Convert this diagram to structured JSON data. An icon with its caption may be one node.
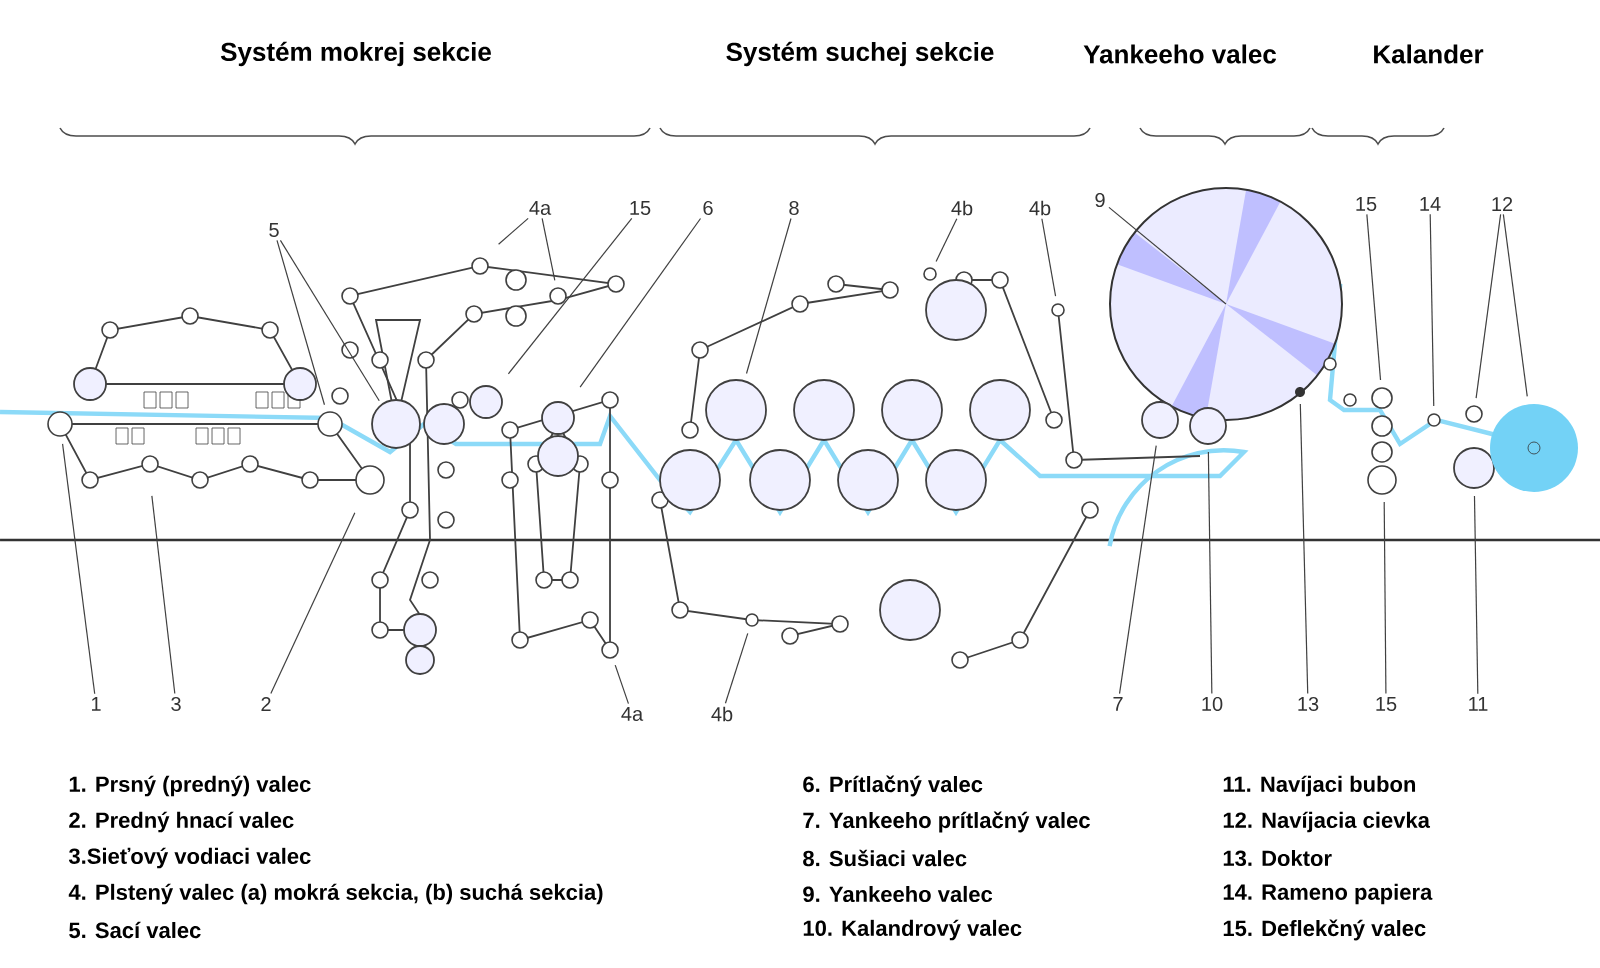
{
  "diagram": {
    "nodes": [
      {
        "text": [
          "5"
        ]
      },
      {
        "text": [
          "4a"
        ]
      },
      {
        "text": [
          "15"
        ]
      },
      {
        "text": [
          "6"
        ]
      },
      {
        "text": [
          "8"
        ]
      },
      {
        "text": [
          "4b"
        ]
      },
      {
        "text": [
          "4b"
        ]
      },
      {
        "text": [
          "9"
        ]
      },
      {
        "text": [
          "15"
        ]
      },
      {
        "text": [
          "14"
        ]
      },
      {
        "text": [
          "12"
        ]
      },
      {
        "text": [
          "1"
        ]
      },
      {
        "text": [
          "3"
        ]
      },
      {
        "text": [
          "2"
        ]
      },
      {
        "text": [
          "4a"
        ]
      },
      {
        "text": [
          "4b"
        ]
      },
      {
        "text": [
          "7"
        ]
      },
      {
        "text": [
          "10"
        ]
      },
      {
        "text": [
          "13"
        ]
      },
      {
        "text": [
          "15"
        ]
      },
      {
        "text": [
          "11"
        ]
      }
    ],
    "edges": [
      {
        "from": 0,
        "to": null,
        "arrow": "none"
      },
      {
        "from": 0,
        "to": null,
        "arrow": "none"
      },
      {
        "from": 1,
        "to": null,
        "arrow": "none"
      },
      {
        "from": 1,
        "to": null,
        "arrow": "none"
      },
      {
        "from": 2,
        "to": null,
        "arrow": "none"
      },
      {
        "from": 3,
        "to": null,
        "arrow": "none"
      },
      {
        "from": 4,
        "to": null,
        "arrow": "none"
      },
      {
        "from": 5,
        "to": null,
        "arrow": "none"
      },
      {
        "from": 6,
        "to": null,
        "arrow": "none"
      },
      {
        "from": 7,
        "to": null,
        "arrow": "none"
      },
      {
        "from": 8,
        "to": null,
        "arrow": "none"
      },
      {
        "from": 9,
        "to": null,
        "arrow": "none"
      },
      {
        "from": 10,
        "to": null,
        "arrow": "none"
      },
      {
        "from": 10,
        "to": null,
        "arrow": "none"
      },
      {
        "from": 11,
        "to": null,
        "arrow": "none"
      },
      {
        "from": 12,
        "to": null,
        "arrow": "none"
      },
      {
        "from": 13,
        "to": null,
        "arrow": "none"
      },
      {
        "from": 14,
        "to": null,
        "arrow": "none"
      },
      {
        "from": 15,
        "to": null,
        "arrow": "none"
      },
      {
        "from": 16,
        "to": null,
        "arrow": "none"
      },
      {
        "from": 17,
        "to": null,
        "arrow": "none"
      },
      {
        "from": 18,
        "to": null,
        "arrow": "none"
      },
      {
        "from": 19,
        "to": null,
        "arrow": "none"
      },
      {
        "from": 20,
        "to": null,
        "arrow": "none"
      }
    ],
    "labels": [
      "Systém mokrej sekcie",
      "Systém suchej sekcie",
      "Yankeeho valec",
      "Kalander",
      "1. Prsný (predný) valec",
      "6. Prítlačný valec",
      "11. Navíjaci bubon",
      "2. Predný hnací valec",
      "7. Yankeeho prítlačný valec",
      "12. Navíjacia cievka",
      "3.Sieťový vodiaci valec",
      "8. Sušiaci valec",
      "13. Doktor",
      "4. Plstený valec (a) mokrá sekcia, (b) suchá sekcia)",
      "9. Yankeeho valec",
      "14. Rameno papiera",
      "5. Sací valec",
      "10. Kalandrový valec",
      "15. Deflekčný valec"
    ]
  }
}
